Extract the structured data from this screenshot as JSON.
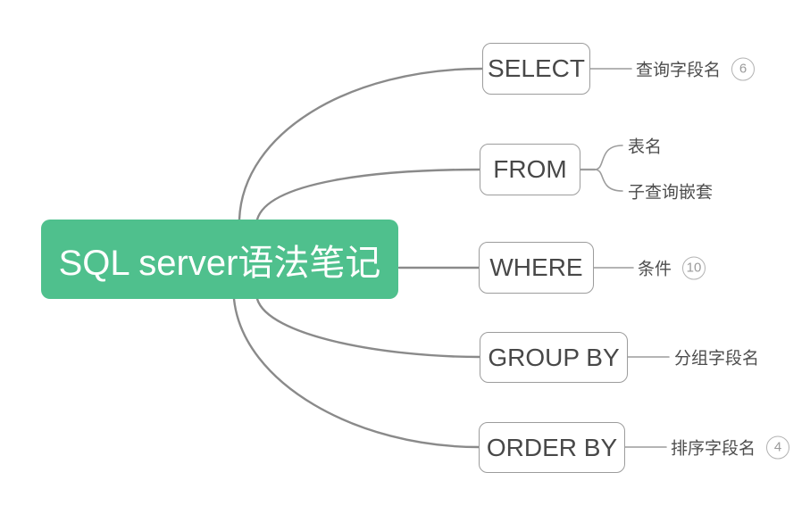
{
  "root": {
    "label": "SQL server语法笔记",
    "bg_color": "#4FC08D",
    "text_color": "#ffffff"
  },
  "branches": [
    {
      "label": "SELECT",
      "children": [
        {
          "label": "查询字段名",
          "badge": "6"
        }
      ]
    },
    {
      "label": "FROM",
      "children": [
        {
          "label": "表名"
        },
        {
          "label": "子查询嵌套"
        }
      ]
    },
    {
      "label": "WHERE",
      "children": [
        {
          "label": "条件",
          "badge": "10"
        }
      ]
    },
    {
      "label": "GROUP BY",
      "children": [
        {
          "label": "分组字段名"
        }
      ]
    },
    {
      "label": "ORDER BY",
      "children": [
        {
          "label": "排序字段名",
          "badge": "4"
        }
      ]
    }
  ],
  "colors": {
    "root_bg": "#4FC08D",
    "connector": "#8a8a8a",
    "node_border": "#9c9c9c",
    "node_text": "#484848",
    "child_text": "#4d4d4d",
    "badge_border": "#b2b2b2",
    "badge_text": "#9a9a9a"
  }
}
